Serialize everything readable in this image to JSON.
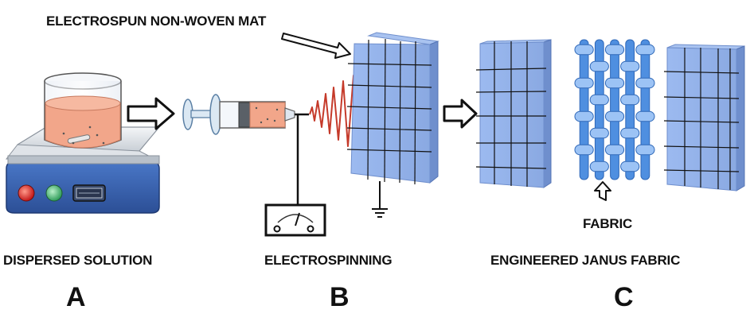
{
  "labels": {
    "mat": "ELECTROSPUN NON-WOVEN MAT",
    "fabric": "FABRIC",
    "panel_a": "DISPERSED SOLUTION",
    "panel_b": "ELECTROSPINNING",
    "panel_c": "ENGINEERED JANUS FABRIC",
    "letter_a": "A",
    "letter_b": "B",
    "letter_c": "C"
  },
  "colors": {
    "mat_blue": "#8fb0e6",
    "mat_blue_dark": "#6f8fcd",
    "fiber_red": "#c53a2a",
    "solution_orange": "#f2a68a",
    "hotplate_blue": "#3c66b4",
    "fabric_blue": "#4f8fe0"
  }
}
